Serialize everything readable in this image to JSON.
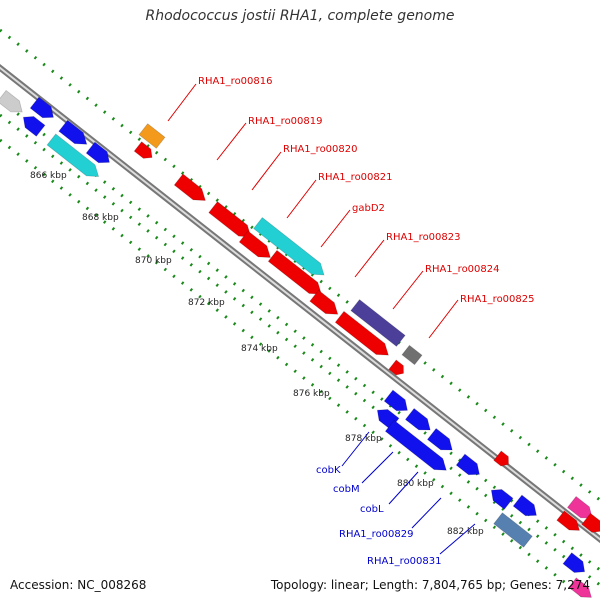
{
  "title": "Rhodococcus jostii RHA1, complete genome",
  "accession": "Accession: NC_008268",
  "topology": "Topology: linear; Length: 7,804,765 bp; Genes: 7,274",
  "colors": {
    "red": "#ee0000",
    "blue": "#1111ee",
    "cyan": "#22d0d4",
    "orange": "#f39a1c",
    "purple": "#4b3f9a",
    "gray": "#707070",
    "pink": "#ee3399",
    "steel": "#5580b0",
    "silver": "#cccccc",
    "label_red": "#dd0000",
    "label_blue": "#0000cc",
    "dots": "#1a8a1a"
  },
  "ticks": [
    "866 kbp",
    "868 kbp",
    "870 kbp",
    "872 kbp",
    "874 kbp",
    "876 kbp",
    "878 kbp",
    "880 kbp",
    "882 kbp"
  ],
  "top_labels": [
    "RHA1_ro00816",
    "RHA1_ro00819",
    "RHA1_ro00820",
    "RHA1_ro00821",
    "gabD2",
    "RHA1_ro00823",
    "RHA1_ro00824",
    "RHA1_ro00825"
  ],
  "bottom_labels": [
    "cobK",
    "cobM",
    "cobL",
    "RHA1_ro00829",
    "RHA1_ro00831"
  ]
}
